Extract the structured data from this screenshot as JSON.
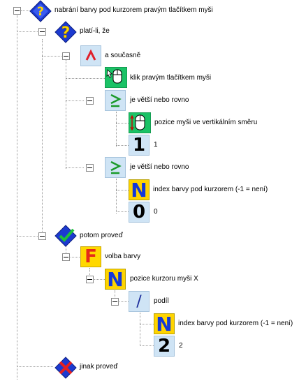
{
  "tree": {
    "root": {
      "label": "nabrání barvy pod kurzorem pravým tlačítkem myši",
      "icon": "question-diamond-icon"
    },
    "condition": {
      "label": "platí-li, že",
      "icon": "condition-diamond-icon"
    },
    "and": {
      "label": "a současně",
      "icon": "logical-and-icon"
    },
    "click": {
      "label": "klik pravým tlačítkem myši",
      "icon": "mouse-right-click-icon"
    },
    "gte1": {
      "label": "je větší nebo rovno",
      "icon": "greater-or-equal-icon"
    },
    "mouse_y": {
      "label": "pozice myši ve vertikálním směru",
      "icon": "mouse-vertical-icon"
    },
    "one": {
      "value": "1",
      "label": "1"
    },
    "gte2": {
      "label": "je větší nebo rovno",
      "icon": "greater-or-equal-icon"
    },
    "color_index_1": {
      "glyph": "N",
      "label": "index barvy pod kurzorem (-1 = není)"
    },
    "zero": {
      "value": "0",
      "label": "0"
    },
    "then": {
      "label": "potom proveď",
      "icon": "checkmark-diamond-icon"
    },
    "choose_color": {
      "glyph": "F",
      "label": "volba barvy"
    },
    "cursor_x": {
      "glyph": "N",
      "label": "pozice kurzoru myši X"
    },
    "divide": {
      "glyph": "/",
      "label": "podíl"
    },
    "color_index_2": {
      "glyph": "N",
      "label": "index barvy pod kurzorem (-1 = není)"
    },
    "two": {
      "value": "2",
      "label": "2"
    },
    "else": {
      "label": "jinak proveď",
      "icon": "cross-diamond-icon"
    }
  },
  "colors": {
    "tree_line": "#9a9a9a",
    "tile_blue": "#cfe4f5",
    "diamond_blue": "#1c3ad0",
    "question_yellow": "#ffd800",
    "and_red": "#e0202a",
    "gte_green": "#1a9a2a",
    "mouse_green": "#1bc266",
    "n_tile_yellow": "#ffd400",
    "n_tile_blue": "#1338d8",
    "f_tile_yellow": "#ffd800",
    "f_tile_red": "#e52a1a"
  }
}
